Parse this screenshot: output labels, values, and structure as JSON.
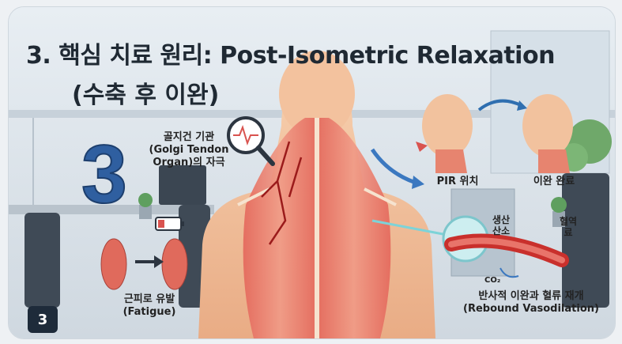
{
  "title": {
    "line1": "3. 핵심 치료 원리: Post-Isometric Relaxation",
    "line2": "(수축 후 이완)"
  },
  "step_number": "3",
  "labels": {
    "golgi": "골지건 기관\n(Golgi Tendon\nOrgan)의 자극",
    "fatigue": "근피로 유발\n(Fatigue)",
    "pir_position": "PIR 위치",
    "relax_complete": "이완 완료",
    "oxygen": "생산\n산소",
    "blood_flow": "혈역\n료",
    "co2": "CO₂",
    "rebound": "반사적 이완과 혈류 재개\n(Rebound Vasodilation)"
  },
  "page_number": "3",
  "colors": {
    "accent_blue": "#2f5fa0",
    "muscle_red": "#d9534f",
    "skin": "#f2c4a0",
    "badge_dark": "#1e2b3a"
  },
  "icons": [
    "magnifier-icon",
    "battery-low-icon",
    "arrow-right-icon",
    "curved-arrow-icon",
    "blood-vessel-icon"
  ]
}
